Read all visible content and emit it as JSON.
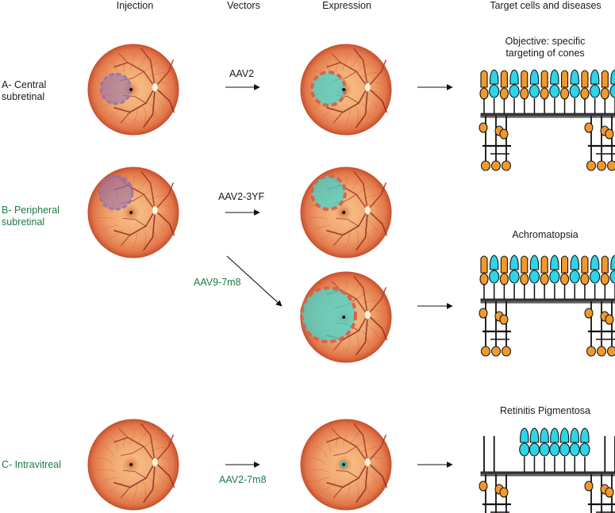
{
  "headers": {
    "injection": "Injection",
    "vectors": "Vectors",
    "expression": "Expression",
    "target": "Target cells and diseases"
  },
  "rows": {
    "a": {
      "label_line1": "A- Central",
      "label_line2": "subretinal",
      "vector": "AAV2"
    },
    "b": {
      "label_line1": "B- Peripheral",
      "label_line2": "subretinal",
      "vector": "AAV2-3YF",
      "vector_alt": "AAV9-7m8"
    },
    "c": {
      "label": "C- Intravitreal",
      "vector": "AAV2-7m8"
    }
  },
  "targets": {
    "cones_line1": "Objective: specific",
    "cones_line2": "targeting of cones",
    "achromatopsia": "Achromatopsia",
    "rp": "Retinitis Pigmentosa"
  },
  "colors": {
    "injection_zone": "#8e6fb0",
    "expression_zone": "#46d6cc",
    "expression_border": "#d9634a",
    "cone_cell": "#2fd4e6",
    "rod_cell": "#f09a2e",
    "fundus_center": "#f7b878",
    "fundus_edge": "#d75a35",
    "label_green": "#1f7a45"
  }
}
